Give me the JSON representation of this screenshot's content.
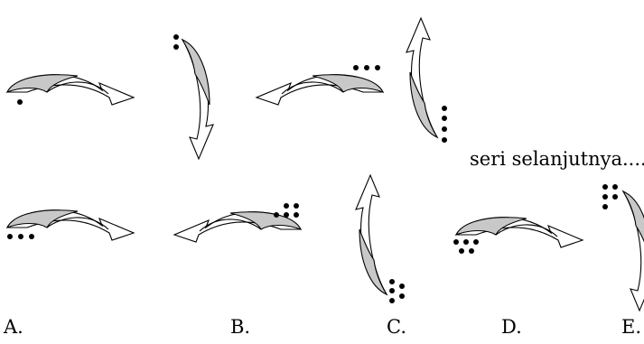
{
  "question": {
    "prompt": "seri selanjutnya...."
  },
  "options": [
    {
      "label": "A."
    },
    {
      "label": "B."
    },
    {
      "label": "C."
    },
    {
      "label": "D."
    },
    {
      "label": "E."
    }
  ]
}
